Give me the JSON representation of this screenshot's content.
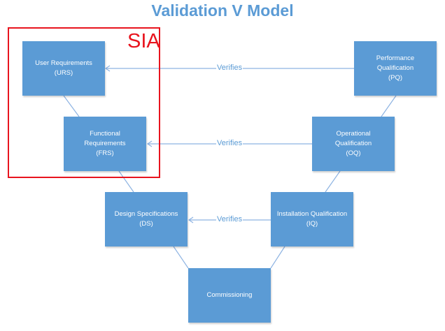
{
  "title": "Validation V Model",
  "colors": {
    "title": "#5B9BD5",
    "box_fill": "#5B9BD5",
    "box_text": "#FFFFFF",
    "connector": "#8DB3E2",
    "verify_text": "#5B9BD5",
    "sia_highlight": "#E8141E"
  },
  "highlight": {
    "label": "SIA"
  },
  "boxes": {
    "urs": {
      "label": "User Requirements\n(URS)"
    },
    "frs": {
      "label": "Functional\nRequirements\n(FRS)"
    },
    "ds": {
      "label": "Design Specifications\n(DS)"
    },
    "commissioning": {
      "label": "Commissioning"
    },
    "iq": {
      "label": "Installation Qualification\n(IQ)"
    },
    "oq": {
      "label": "Operational\nQualification\n(OQ)"
    },
    "pq": {
      "label": "Performance\nQualification\n(PQ)"
    }
  },
  "verifies": [
    {
      "from": "Performance Qualification (PQ)",
      "to": "User Requirements (URS)",
      "label": "Verifies"
    },
    {
      "from": "Operational Qualification (OQ)",
      "to": "Functional Requirements (FRS)",
      "label": "Verifies"
    },
    {
      "from": "Installation Qualification (IQ)",
      "to": "Design Specifications (DS)",
      "label": "Verifies"
    }
  ]
}
